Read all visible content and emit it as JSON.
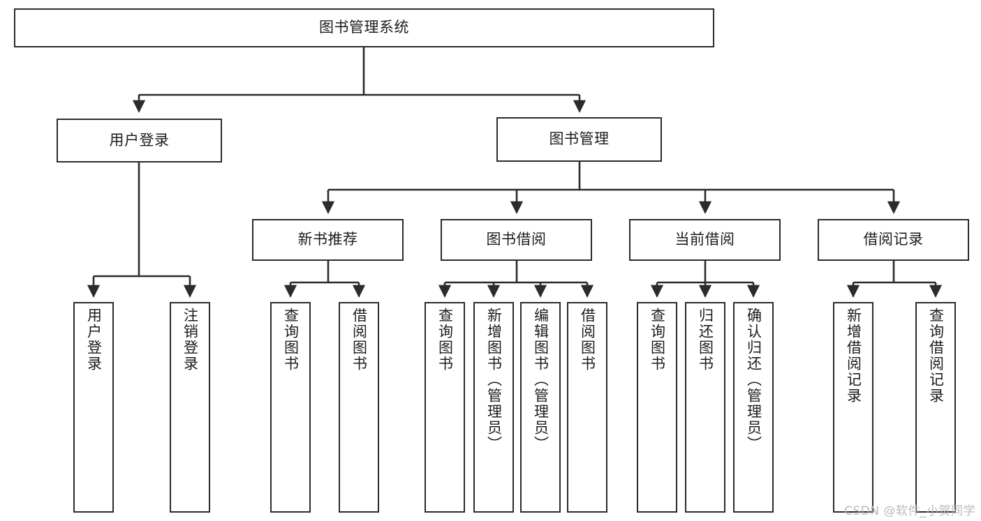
{
  "diagram": {
    "title": "图书管理系统",
    "watermark": "CSDN @软件_小贺同学",
    "stroke_color": "#2b2b2b",
    "fill_color": "#ffffff",
    "text_color": "#1c1c1c",
    "watermark_color": "#b9b9b9"
  },
  "nodes": {
    "root": {
      "label": "图书管理系统"
    },
    "level1": [
      {
        "id": "user-login",
        "label": "用户登录"
      },
      {
        "id": "book-management",
        "label": "图书管理"
      }
    ],
    "level2": [
      {
        "id": "new-book-recommend",
        "label": "新书推荐"
      },
      {
        "id": "book-borrow",
        "label": "图书借阅"
      },
      {
        "id": "current-borrow",
        "label": "当前借阅"
      },
      {
        "id": "borrow-record",
        "label": "借阅记录"
      }
    ],
    "leaves": {
      "user_login": [
        {
          "id": "leaf-user-login",
          "label": "用户登录"
        },
        {
          "id": "leaf-logout",
          "label": "注销登录"
        }
      ],
      "new_book_recommend": [
        {
          "id": "leaf-query-book-1",
          "label": "查询图书"
        },
        {
          "id": "leaf-borrow-book-1",
          "label": "借阅图书"
        }
      ],
      "book_borrow": [
        {
          "id": "leaf-query-book-2",
          "label": "查询图书"
        },
        {
          "id": "leaf-add-book",
          "label": "新增图书（管理员）"
        },
        {
          "id": "leaf-edit-book",
          "label": "编辑图书（管理员）"
        },
        {
          "id": "leaf-borrow-book-2",
          "label": "借阅图书"
        }
      ],
      "current_borrow": [
        {
          "id": "leaf-query-book-3",
          "label": "查询图书"
        },
        {
          "id": "leaf-return-book",
          "label": "归还图书"
        },
        {
          "id": "leaf-confirm-return",
          "label": "确认归还（管理员）"
        }
      ],
      "borrow_record": [
        {
          "id": "leaf-add-record",
          "label": "新增借阅记录"
        },
        {
          "id": "leaf-query-record",
          "label": "查询借阅记录"
        }
      ]
    }
  },
  "chart_data": {
    "type": "tree-diagram",
    "title": "图书管理系统",
    "root": "图书管理系统",
    "edges": [
      [
        "图书管理系统",
        "用户登录"
      ],
      [
        "图书管理系统",
        "图书管理"
      ],
      [
        "用户登录",
        "用户登录"
      ],
      [
        "用户登录",
        "注销登录"
      ],
      [
        "图书管理",
        "新书推荐"
      ],
      [
        "图书管理",
        "图书借阅"
      ],
      [
        "图书管理",
        "当前借阅"
      ],
      [
        "图书管理",
        "借阅记录"
      ],
      [
        "新书推荐",
        "查询图书"
      ],
      [
        "新书推荐",
        "借阅图书"
      ],
      [
        "图书借阅",
        "查询图书"
      ],
      [
        "图书借阅",
        "新增图书（管理员）"
      ],
      [
        "图书借阅",
        "编辑图书（管理员）"
      ],
      [
        "图书借阅",
        "借阅图书"
      ],
      [
        "当前借阅",
        "查询图书"
      ],
      [
        "当前借阅",
        "归还图书"
      ],
      [
        "当前借阅",
        "确认归还（管理员）"
      ],
      [
        "借阅记录",
        "新增借阅记录"
      ],
      [
        "借阅记录",
        "查询借阅记录"
      ]
    ]
  }
}
